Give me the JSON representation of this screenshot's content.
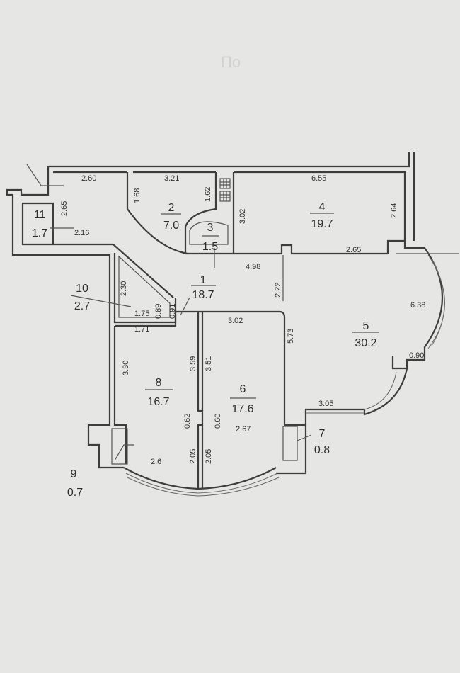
{
  "header_faint": "По",
  "rooms": [
    {
      "number": "1",
      "area": "18.7"
    },
    {
      "number": "2",
      "area": "7.0"
    },
    {
      "number": "3",
      "area": "1.5"
    },
    {
      "number": "4",
      "area": "19.7"
    },
    {
      "number": "5",
      "area": "30.2"
    },
    {
      "number": "6",
      "area": "17.6"
    },
    {
      "number": "7",
      "area": "0.8"
    },
    {
      "number": "8",
      "area": "16.7"
    },
    {
      "number": "9",
      "area": "0.7"
    },
    {
      "number": "10",
      "area": "2.7"
    },
    {
      "number": "11",
      "area": "1.7"
    }
  ],
  "dimensions": [
    "2.60",
    "3.21",
    "6.55",
    "1.68",
    "1.62",
    "3.02",
    "2.64",
    "2.65",
    "2.16",
    "4.98",
    "2.65",
    "2.22",
    "6.38",
    "2.30",
    "0.89",
    "0.91",
    "1.75",
    "1.71",
    "3.02",
    "5.73",
    "0.90",
    "3.30",
    "3.59",
    "3.51",
    "0.62",
    "0.60",
    "2.67",
    "3.05",
    "2.05",
    "2.05",
    "2.6"
  ]
}
